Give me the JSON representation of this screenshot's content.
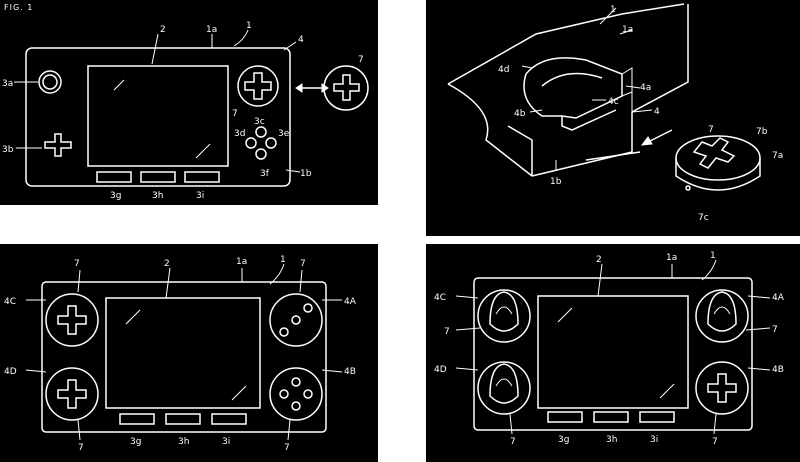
{
  "figure_label": "FIG. 1",
  "panel_tl": {
    "labels": {
      "n1": "1",
      "n1a": "1a",
      "n2": "2",
      "n3a": "3a",
      "n3b": "3b",
      "n3c": "3c",
      "n3d": "3d",
      "n3e": "3e",
      "n3f": "3f",
      "n3g": "3g",
      "n3h": "3h",
      "n3i": "3i",
      "n4": "4",
      "n7a": "7",
      "n7b": "7",
      "n1b": "1b"
    }
  },
  "panel_tr": {
    "labels": {
      "n1": "1",
      "n1a": "1a",
      "n4d": "4d",
      "n4a": "4a",
      "n4c": "4c",
      "n4b": "4b",
      "n4": "4",
      "n7": "7",
      "n7b": "7b",
      "n7a": "7a",
      "n7c": "7c",
      "n1b": "1b"
    }
  },
  "panel_bl": {
    "labels": {
      "n1": "1",
      "n1a": "1a",
      "n2": "2",
      "n4C": "4C",
      "n4A": "4A",
      "n4D": "4D",
      "n4B": "4B",
      "n7tl": "7",
      "n7tr": "7",
      "n7bl": "7",
      "n7br": "7",
      "n3g": "3g",
      "n3h": "3h",
      "n3i": "3i"
    }
  },
  "panel_br": {
    "labels": {
      "n1": "1",
      "n1a": "1a",
      "n2": "2",
      "n4C": "4C",
      "n4A": "4A",
      "n4D": "4D",
      "n4B": "4B",
      "n7l": "7",
      "n7r": "7",
      "n7bl": "7",
      "n7br": "7",
      "n3g": "3g",
      "n3h": "3h",
      "n3i": "3i"
    }
  }
}
